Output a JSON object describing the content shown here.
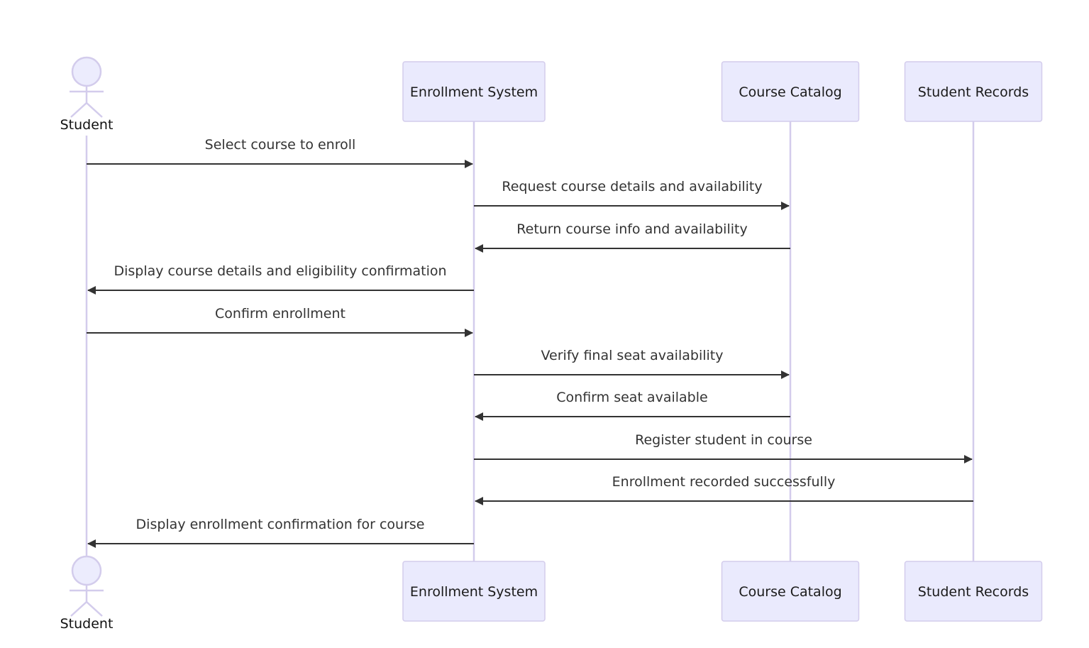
{
  "participants": [
    {
      "id": "student",
      "kind": "actor",
      "label": "Student"
    },
    {
      "id": "enrollment",
      "kind": "participant",
      "label": "Enrollment System"
    },
    {
      "id": "catalog",
      "kind": "participant",
      "label": "Course Catalog"
    },
    {
      "id": "records",
      "kind": "participant",
      "label": "Student Records"
    }
  ],
  "messages": [
    {
      "from": "student",
      "to": "enrollment",
      "label": "Select course to enroll"
    },
    {
      "from": "enrollment",
      "to": "catalog",
      "label": "Request course details and availability"
    },
    {
      "from": "catalog",
      "to": "enrollment",
      "label": "Return course info and availability"
    },
    {
      "from": "enrollment",
      "to": "student",
      "label": "Display course details and eligibility confirmation"
    },
    {
      "from": "student",
      "to": "enrollment",
      "label": "Confirm enrollment"
    },
    {
      "from": "enrollment",
      "to": "catalog",
      "label": "Verify final seat availability"
    },
    {
      "from": "catalog",
      "to": "enrollment",
      "label": "Confirm seat available"
    },
    {
      "from": "enrollment",
      "to": "records",
      "label": "Register student in course"
    },
    {
      "from": "records",
      "to": "enrollment",
      "label": "Enrollment recorded successfully"
    },
    {
      "from": "enrollment",
      "to": "student",
      "label": "Display enrollment confirmation for course"
    }
  ],
  "colors": {
    "participant_fill": "#eaeafd",
    "participant_stroke": "#d3ccec",
    "message_line": "#333333"
  }
}
